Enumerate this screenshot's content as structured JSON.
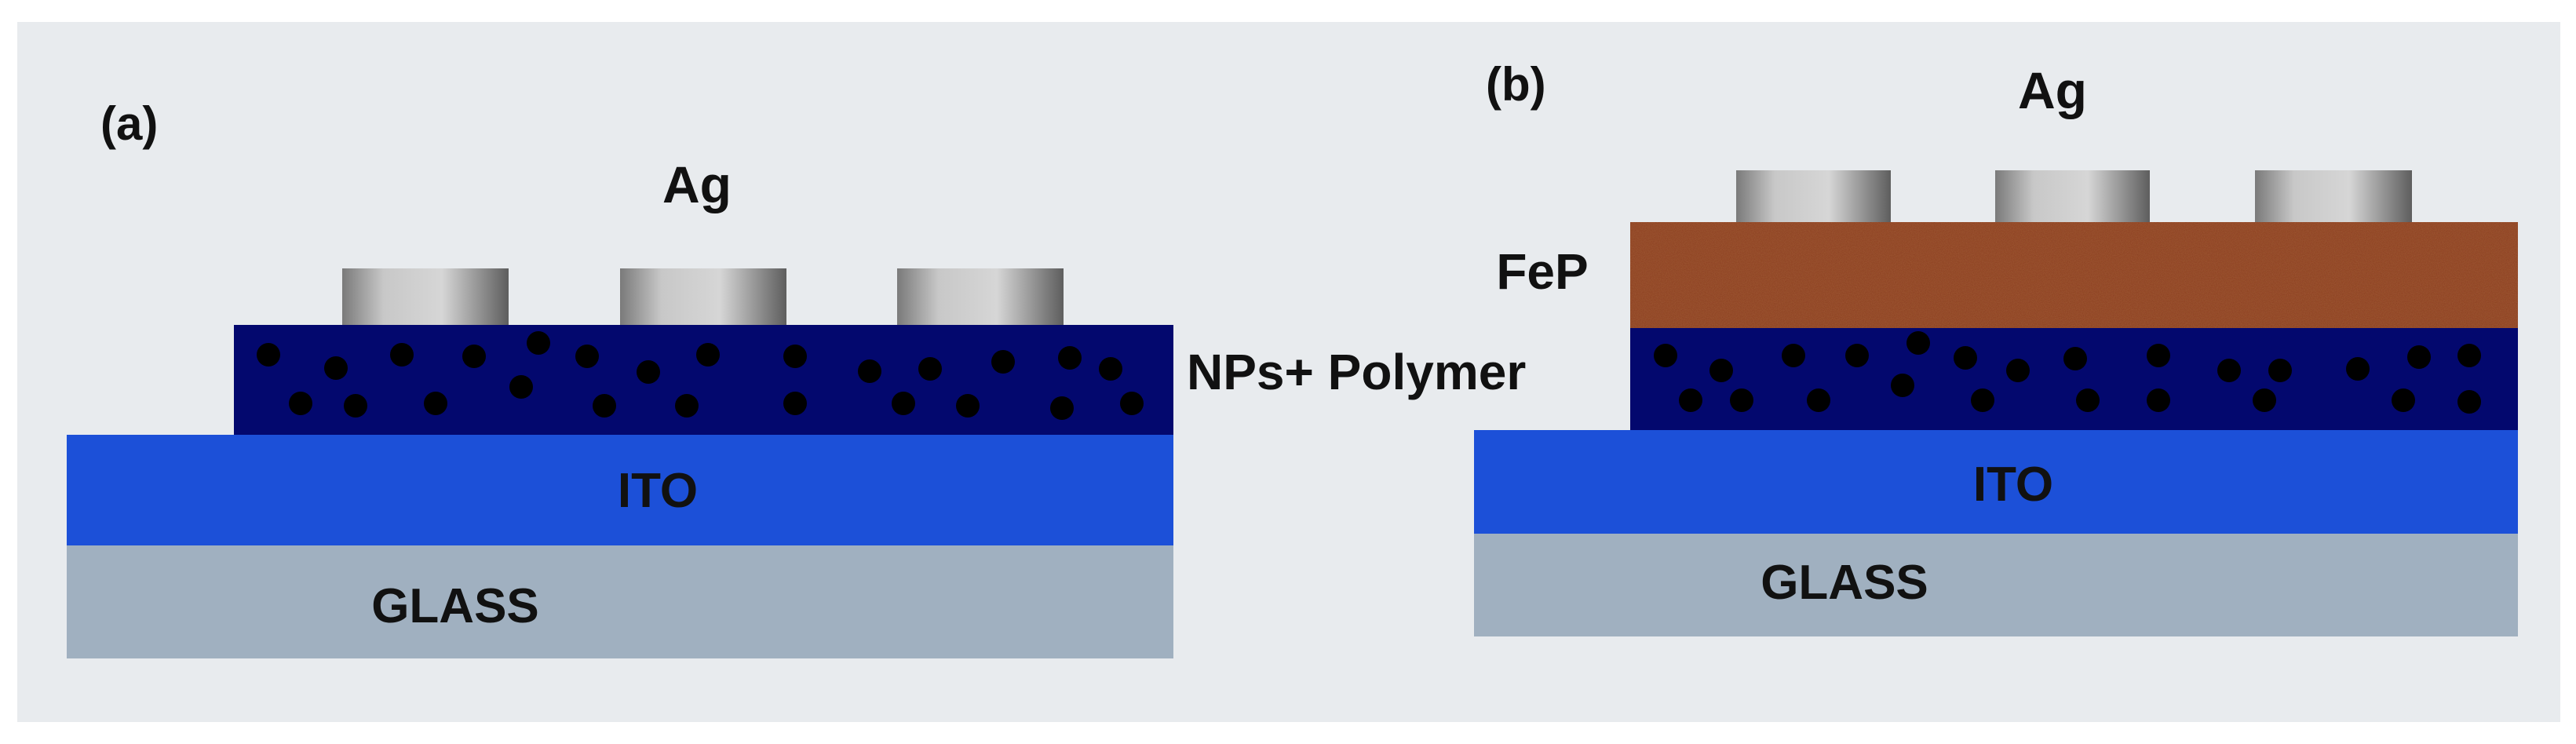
{
  "panel_a": {
    "tag": "(a)",
    "top_label": "Ag",
    "layers": {
      "ito": "ITO",
      "glass": "GLASS"
    },
    "nanoparticle_layer": {
      "label": "NPs+ Polymer"
    }
  },
  "panel_b": {
    "tag": "(b)",
    "top_label": "Ag",
    "layers": {
      "fep": "FeP",
      "ito": "ITO",
      "glass": "GLASS"
    }
  },
  "colors": {
    "background": "#e8ebee",
    "glass": "#a0b0c0",
    "ito": "#1c50d8",
    "polymer": "#03086e",
    "nanoparticle": "#000000",
    "fep": "#8a3c1e",
    "silver_light": "#d2d2d2",
    "silver_dark": "#6e6e6e"
  }
}
